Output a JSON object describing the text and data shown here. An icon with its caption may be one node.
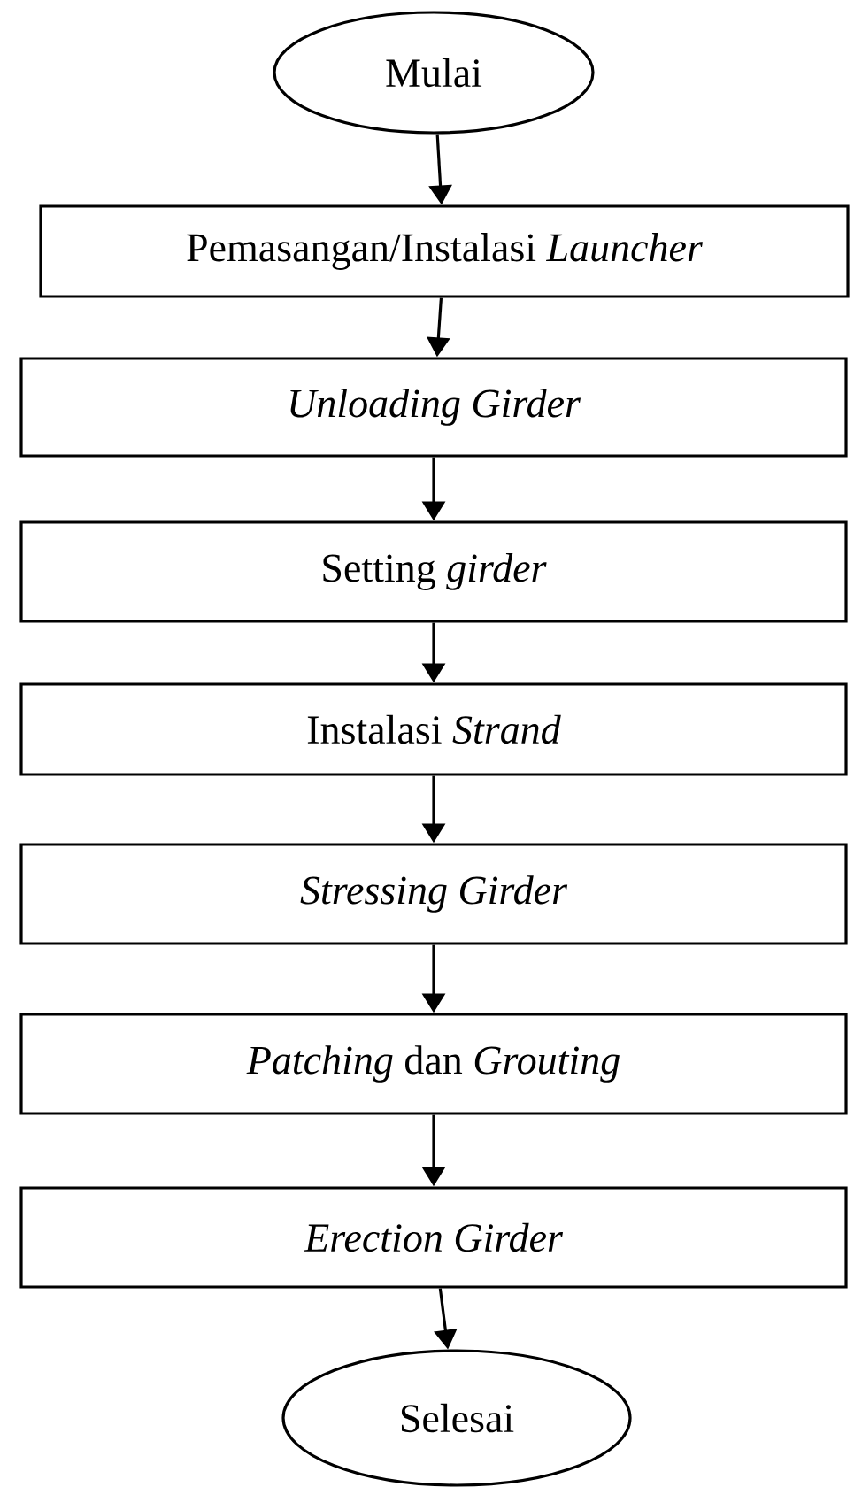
{
  "diagram": {
    "nodes": [
      {
        "text": [
          "Mulai"
        ]
      },
      {
        "text": [
          "Pemasangan/Instalasi *Launcher*"
        ]
      },
      {
        "text": [
          "Unloading Girder"
        ]
      },
      {
        "text": [
          "Setting *girder*"
        ]
      },
      {
        "text": [
          "Instalasi *Strand*"
        ]
      },
      {
        "text": [
          "Stressing Girder"
        ]
      },
      {
        "text": [
          "*Patching* dan *Grouting*"
        ]
      },
      {
        "text": [
          "Erection Girder"
        ]
      },
      {
        "text": [
          "Selesai"
        ]
      }
    ],
    "edges": [
      {
        "from": 0,
        "to": 1,
        "arrow": "to"
      },
      {
        "from": 1,
        "to": 2,
        "arrow": "to"
      },
      {
        "from": 2,
        "to": 3,
        "arrow": "to"
      },
      {
        "from": 3,
        "to": 4,
        "arrow": "to"
      },
      {
        "from": 4,
        "to": 5,
        "arrow": "to"
      },
      {
        "from": 5,
        "to": 6,
        "arrow": "to"
      },
      {
        "from": 6,
        "to": 7,
        "arrow": "to"
      },
      {
        "from": 7,
        "to": 8,
        "arrow": "to"
      }
    ]
  }
}
